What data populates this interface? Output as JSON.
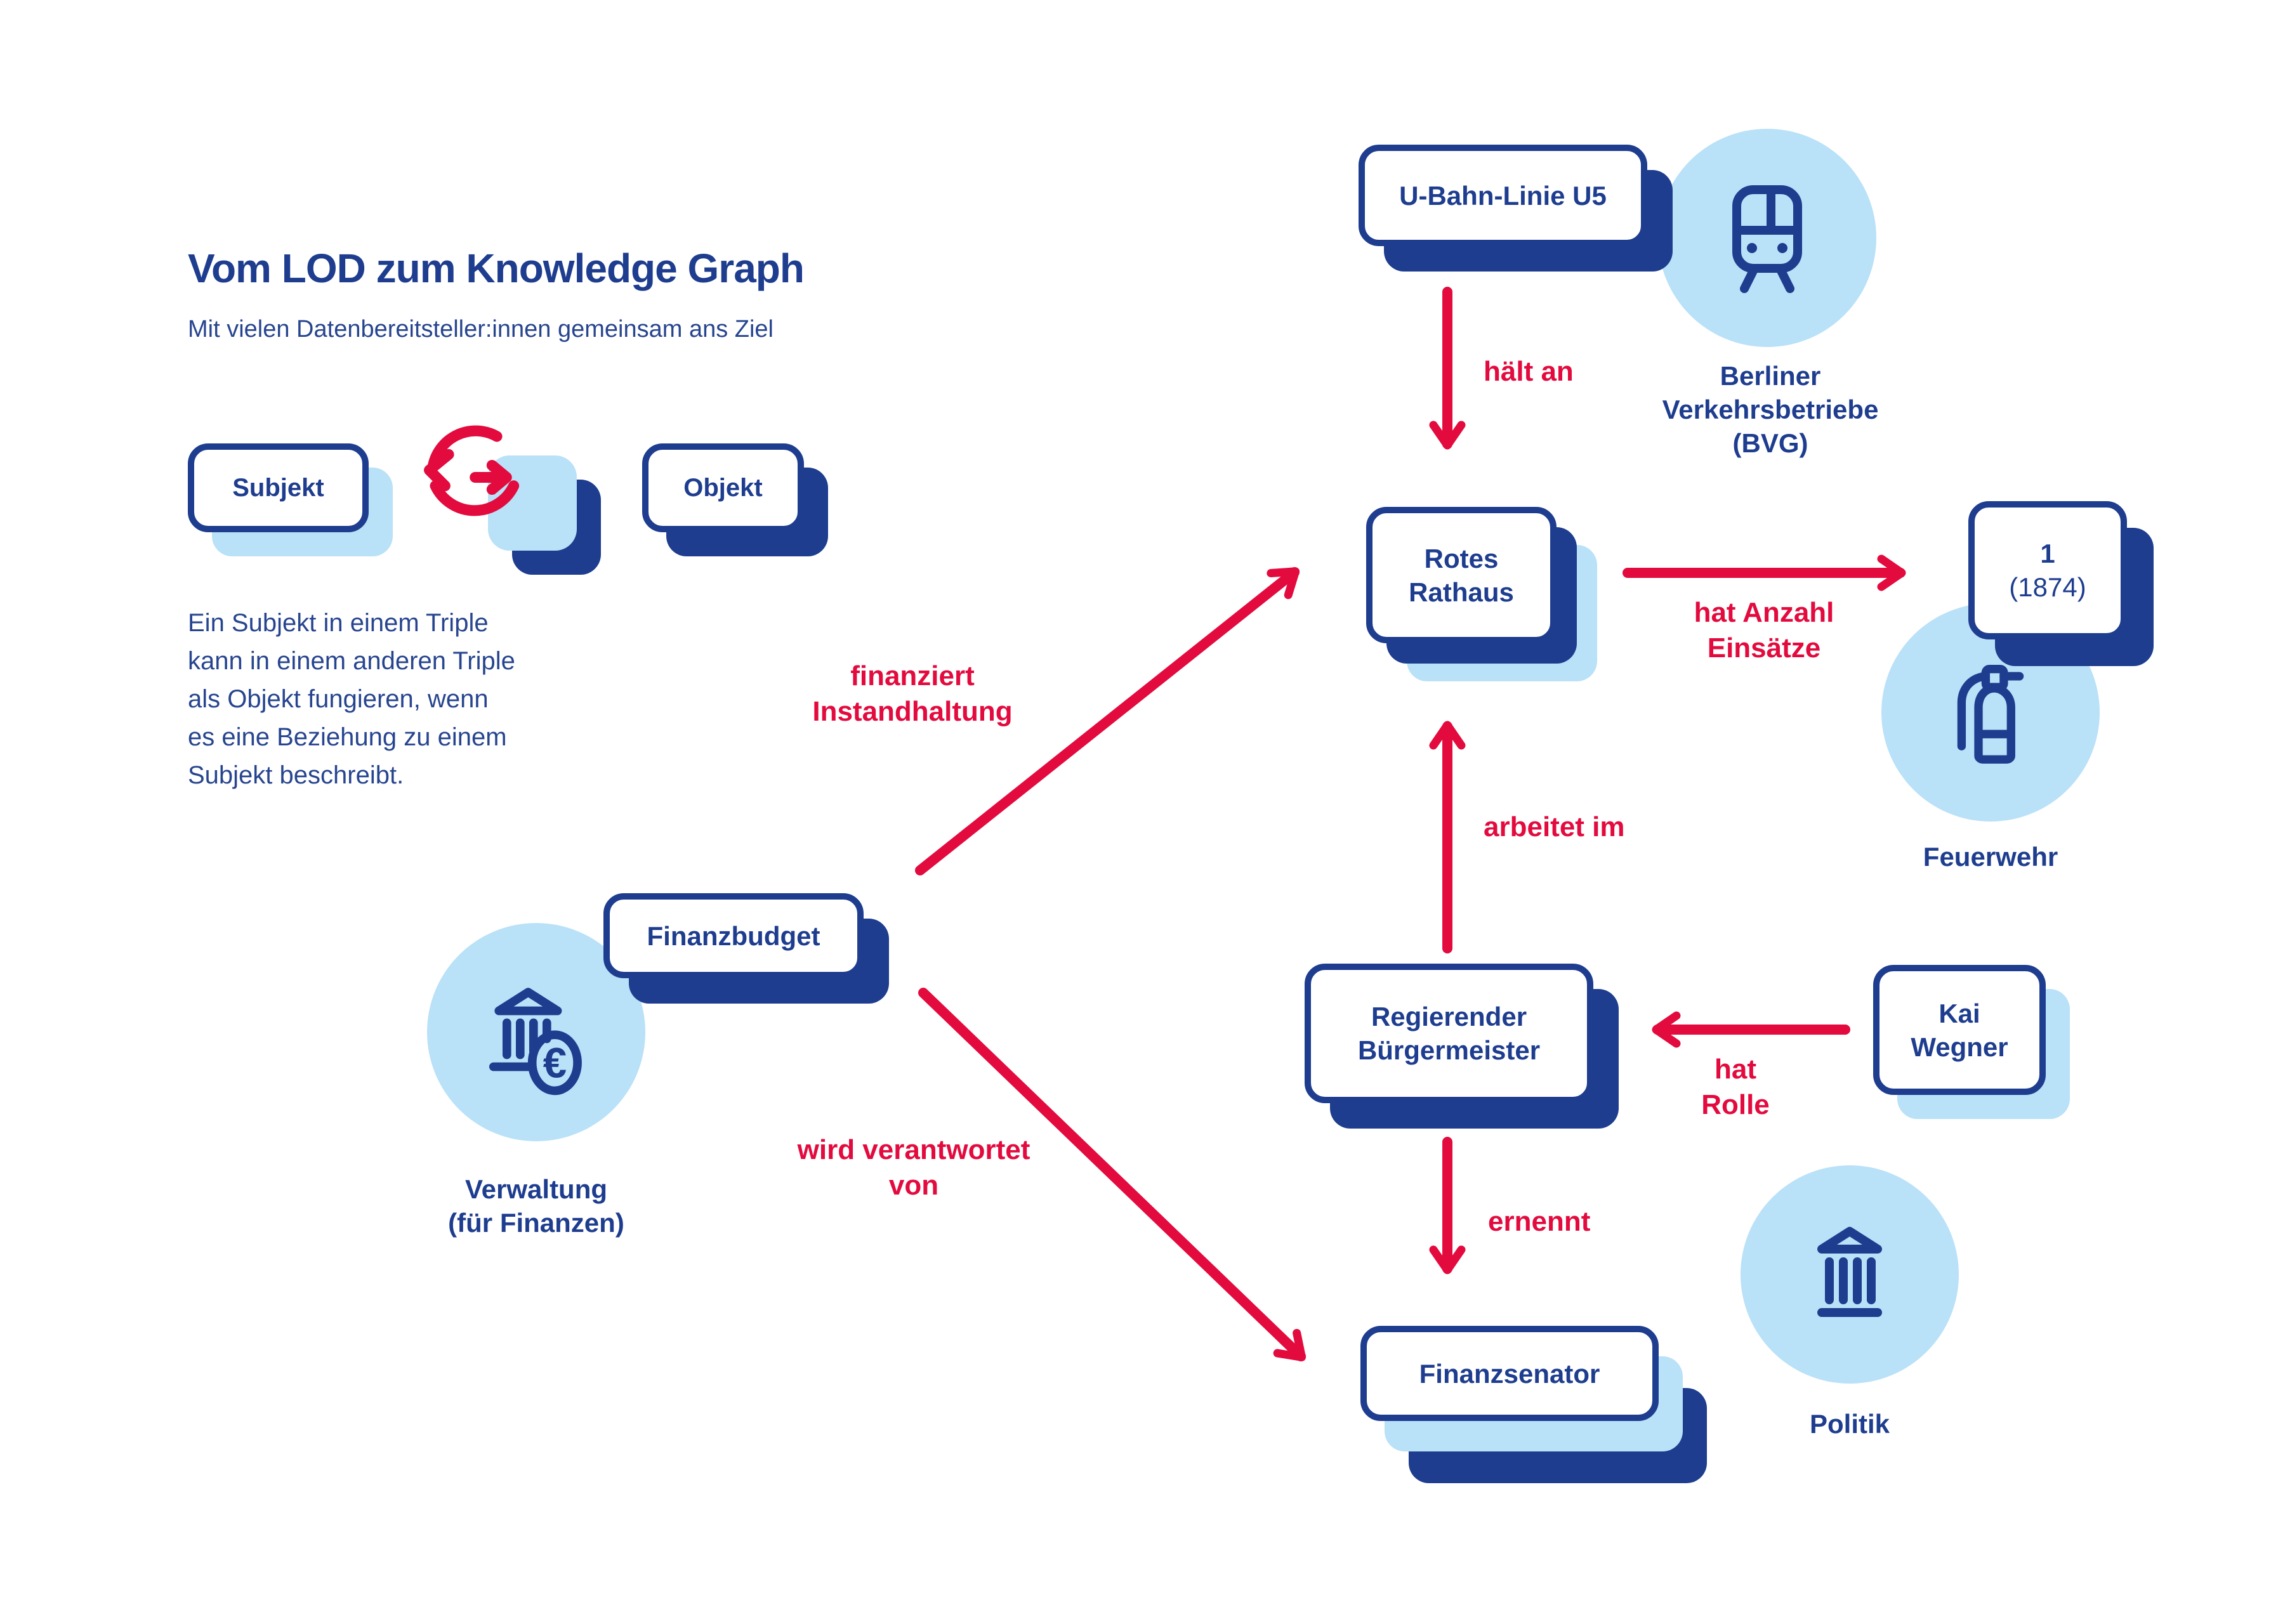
{
  "page": {
    "title": "Vom LOD zum Knowledge Graph",
    "subtitle": "Mit vielen Datenbereitsteller:innen gemeinsam ans Ziel"
  },
  "legend": {
    "subjekt_label": "Subjekt",
    "objekt_label": "Objekt",
    "cycle_icon": "cycle-arrows-icon",
    "description_lines": [
      "Ein Subjekt in einem Triple",
      "kann in einem anderen Triple",
      "als Objekt fungieren, wenn",
      "es eine Beziehung zu einem",
      "Subjekt beschreibt."
    ]
  },
  "nodes": {
    "ubahn": {
      "label": "U-Bahn-Linie U5"
    },
    "rotes_rathaus": {
      "line1": "Rotes",
      "line2": "Rathaus"
    },
    "einsaetze_wert": {
      "value": "1",
      "year": "(1874)"
    },
    "finanzbudget": {
      "label": "Finanzbudget"
    },
    "buergermeister": {
      "line1": "Regierender",
      "line2": "Bürgermeister"
    },
    "kai_wegner": {
      "line1": "Kai",
      "line2": "Wegner"
    },
    "finanzsenator": {
      "label": "Finanzsenator"
    }
  },
  "entities": {
    "bvg": {
      "icon": "train-icon",
      "line1": "Berliner",
      "line2": "Verkehrsbetriebe",
      "line3": "(BVG)"
    },
    "feuerwehr": {
      "icon": "fire-extinguisher-icon",
      "label": "Feuerwehr"
    },
    "verwaltung": {
      "icon": "bank-euro-icon",
      "line1": "Verwaltung",
      "line2": "(für Finanzen)"
    },
    "politik": {
      "icon": "bank-icon",
      "label": "Politik"
    }
  },
  "edges": {
    "haelt_an": "hält an",
    "hat_anzahl": {
      "line1": "hat Anzahl",
      "line2": "Einsätze"
    },
    "finanziert": {
      "line1": "finanziert",
      "line2": "Instandhaltung"
    },
    "arbeitet_im": "arbeitet im",
    "hat_rolle": {
      "line1": "hat",
      "line2": "Rolle"
    },
    "ernennt": "ernennt",
    "wird_verantwortet": {
      "line1": "wird verantwortet",
      "line2": "von"
    }
  },
  "colors": {
    "navy": "#1e3d8f",
    "red": "#e30a3e",
    "light_blue": "#b9e1f8",
    "white": "#ffffff"
  }
}
